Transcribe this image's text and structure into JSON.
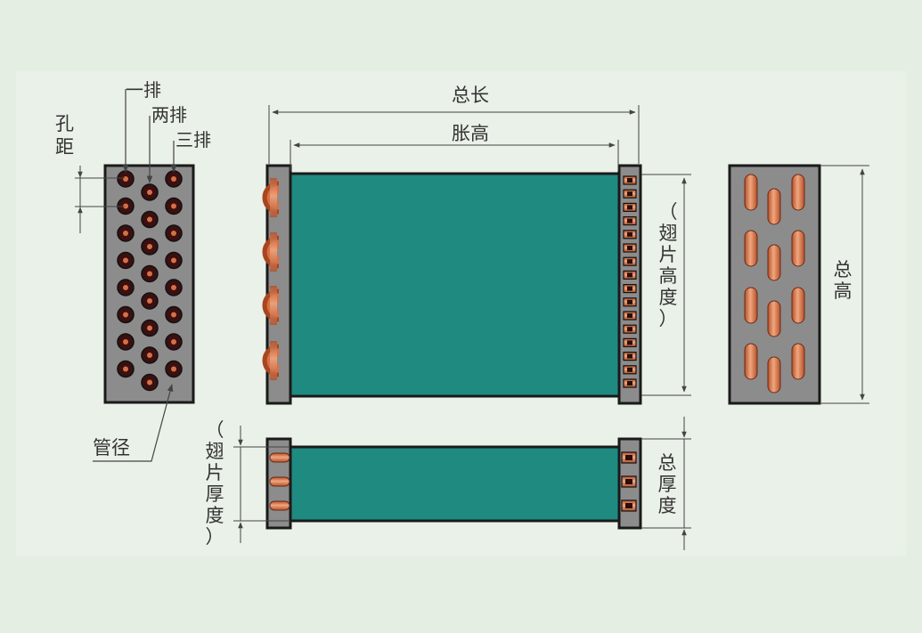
{
  "labels": {
    "total_length": "总长",
    "expanded_height": "胀高",
    "fin_height": "（翅片高度）",
    "total_height": "总高",
    "hole_pitch": "孔距",
    "row_one": "一排",
    "row_two": "两排",
    "row_three": "三排",
    "tube_diameter": "管径",
    "fin_thickness": "（翅片厚度）",
    "total_thickness": "总厚度"
  },
  "colors": {
    "background": "#e4eee2",
    "panel": "#eaf1e8",
    "fin": "#1f8a80",
    "end_plate": "#8c8c8c",
    "copper": "#d86f45",
    "copper_light": "#f0a77f",
    "hole": "#3a1010",
    "outline": "#1a1a1a",
    "dimension_line": "#444444"
  },
  "tube_rows": 3,
  "holes_per_row": 8
}
